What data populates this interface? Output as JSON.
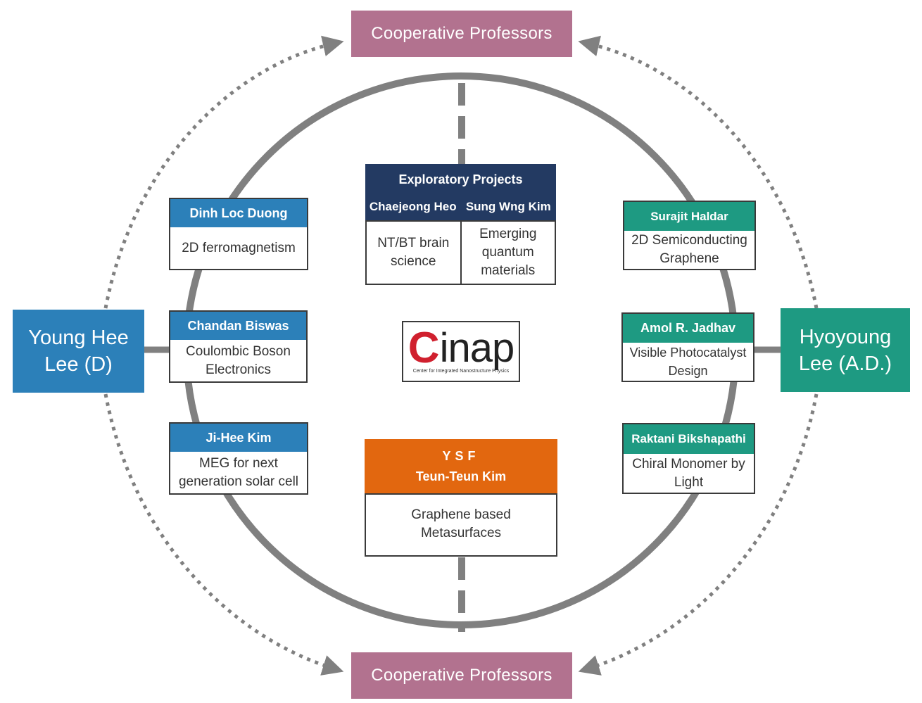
{
  "top_node": {
    "label": "Cooperative Professors"
  },
  "bottom_node": {
    "label": "Cooperative Professors"
  },
  "left_lead": {
    "label": "Young Hee\nLee (D)"
  },
  "right_lead": {
    "label": "Hyoyoung\nLee (A.D.)"
  },
  "left_cards": [
    {
      "name": "Dinh Loc Duong",
      "topic": "2D ferromagnetism"
    },
    {
      "name": "Chandan Biswas",
      "topic": "Coulombic Boson\nElectronics"
    },
    {
      "name": "Ji-Hee Kim",
      "topic": "MEG for next\ngeneration solar cell"
    }
  ],
  "right_cards": [
    {
      "name": "Surajit Haldar",
      "topic": "2D Semiconducting\nGraphene"
    },
    {
      "name": "Amol R. Jadhav",
      "topic": "Visible Photocatalyst\nDesign"
    },
    {
      "name": "Raktani Bikshapathi",
      "topic": "Chiral Monomer by\nLight"
    }
  ],
  "exploratory": {
    "title": "Exploratory Projects",
    "members": [
      {
        "name": "Chaejeong Heo",
        "topic": "NT/BT brain\nscience"
      },
      {
        "name": "Sung Wng Kim",
        "topic": "Emerging\nquantum\nmaterials"
      }
    ]
  },
  "ysf": {
    "title": "YSF",
    "name": "Teun-Teun Kim",
    "topic": "Graphene based\nMetasurfaces"
  },
  "logo": {
    "c_letter": "C",
    "word": "inap",
    "tagline": "Center for Integrated Nanostructure Physics"
  },
  "colors": {
    "professors": "#b2728f",
    "director_blue": "#2c80b9",
    "associate_teal": "#1e9a82",
    "exploratory_navy": "#233a62",
    "ysf_orange": "#e2670f",
    "connector_gray": "#808080"
  }
}
